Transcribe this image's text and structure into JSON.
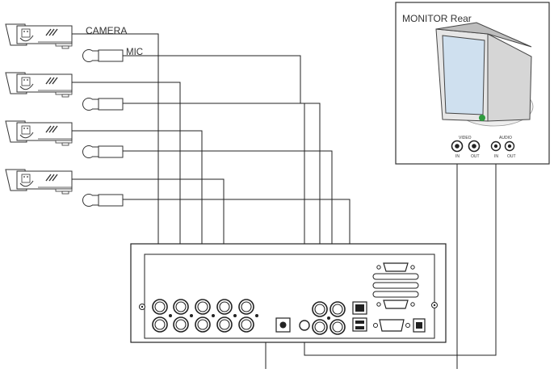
{
  "labels": {
    "camera": "CAMERA",
    "mic": "MIC",
    "monitor_title": "MONITOR Rear",
    "monitor_video": "VIDEO",
    "monitor_audio": "AUDIO",
    "monitor_in_1": "IN",
    "monitor_out_1": "OUT",
    "monitor_in_2": "IN",
    "monitor_out_2": "OUT"
  },
  "cameras": [
    {
      "id": "camera-1"
    },
    {
      "id": "camera-2"
    },
    {
      "id": "camera-3"
    },
    {
      "id": "camera-4"
    }
  ],
  "microphones": [
    {
      "id": "mic-1"
    },
    {
      "id": "mic-2"
    },
    {
      "id": "mic-3"
    },
    {
      "id": "mic-4"
    }
  ],
  "colors": {
    "line": "#222222",
    "device_stroke": "#333333",
    "monitor_screen": "#cfe0ef",
    "monitor_body": "#dddddd",
    "led": "#2e9b3e"
  }
}
